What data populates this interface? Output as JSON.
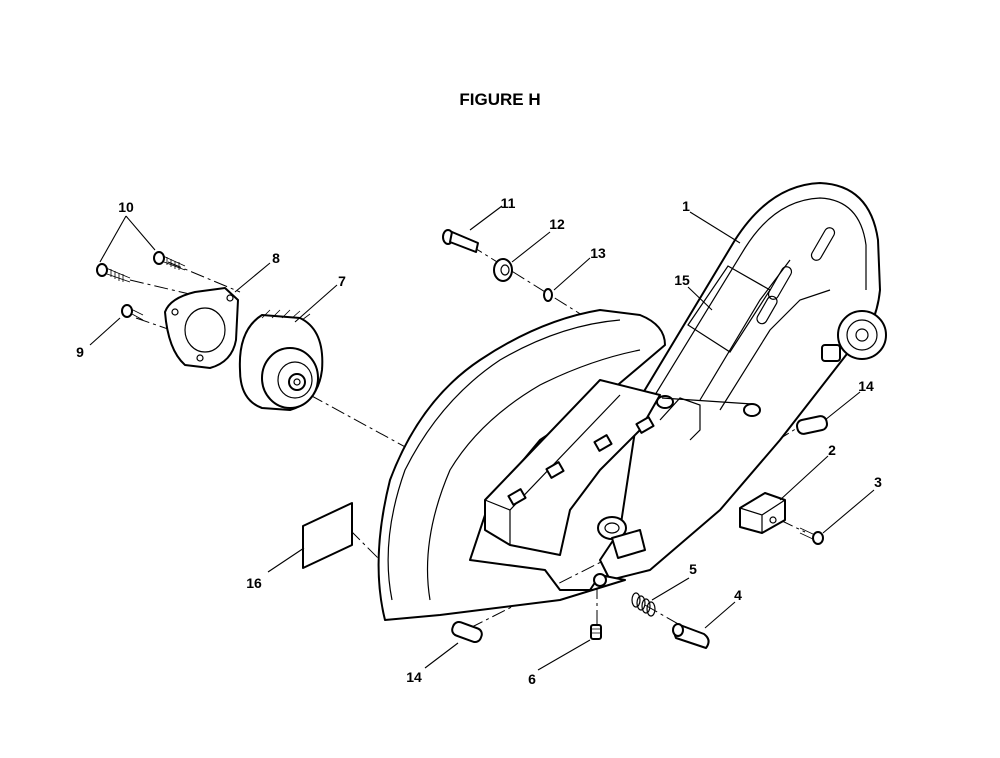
{
  "figure": {
    "title": "FIGURE H"
  },
  "callouts": {
    "c1": "1",
    "c2": "2",
    "c3": "3",
    "c4": "4",
    "c5": "5",
    "c6": "6",
    "c7": "7",
    "c8": "8",
    "c9": "9",
    "c10": "10",
    "c11": "11",
    "c12": "12",
    "c13": "13",
    "c14a": "14",
    "c14b": "14",
    "c15": "15",
    "c16": "16"
  }
}
